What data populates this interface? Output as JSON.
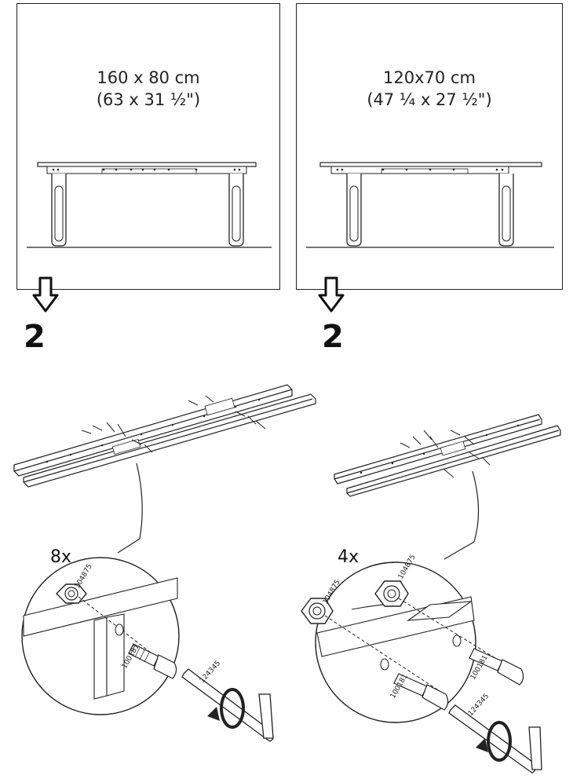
{
  "panels": [
    {
      "size_cm": "160 x 80 cm",
      "size_in": "(63 x 31 ½\")",
      "step": "2"
    },
    {
      "size_cm": "120x70 cm",
      "size_in": "(47 ¼ x 27 ½\")",
      "step": "2"
    }
  ],
  "details": [
    {
      "quantity": "8x",
      "nut_part": "104875",
      "bolt_part": "100181",
      "key_part": "124345"
    },
    {
      "quantity": "4x",
      "nut_part_a": "104875",
      "nut_part_b": "104875",
      "bolt_part_a": "100181",
      "bolt_part_b": "100181",
      "key_part": "124345"
    }
  ],
  "icons": [
    "down-arrow-icon",
    "hex-key-icon",
    "rotate-arrow-icon"
  ]
}
